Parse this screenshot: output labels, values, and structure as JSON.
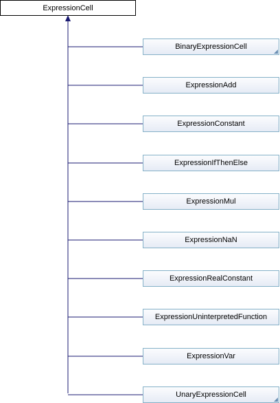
{
  "root": {
    "label": "ExpressionCell"
  },
  "children": [
    {
      "label": "BinaryExpressionCell",
      "has_subclasses": true
    },
    {
      "label": "ExpressionAdd",
      "has_subclasses": false
    },
    {
      "label": "ExpressionConstant",
      "has_subclasses": false
    },
    {
      "label": "ExpressionIfThenElse",
      "has_subclasses": false
    },
    {
      "label": "ExpressionMul",
      "has_subclasses": false
    },
    {
      "label": "ExpressionNaN",
      "has_subclasses": false
    },
    {
      "label": "ExpressionRealConstant",
      "has_subclasses": false
    },
    {
      "label": "ExpressionUninterpretedFunction",
      "has_subclasses": false
    },
    {
      "label": "ExpressionVar",
      "has_subclasses": false
    },
    {
      "label": "UnaryExpressionCell",
      "has_subclasses": true
    }
  ],
  "colors": {
    "edge": "#191970",
    "child_border": "#84b0c7",
    "root_border": "#000000"
  }
}
